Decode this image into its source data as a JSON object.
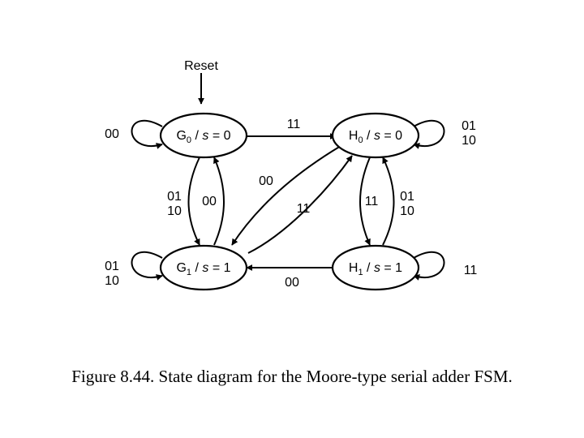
{
  "reset_label": "Reset",
  "states": [
    {
      "id": "G0",
      "base": "G",
      "sub": "0",
      "output_var": "s",
      "output_val": "= 0"
    },
    {
      "id": "H0",
      "base": "H",
      "sub": "0",
      "output_var": "s",
      "output_val": "= 0"
    },
    {
      "id": "G1",
      "base": "G",
      "sub": "1",
      "output_var": "s",
      "output_val": "= 1"
    },
    {
      "id": "H1",
      "base": "H",
      "sub": "1",
      "output_var": "s",
      "output_val": "= 1"
    }
  ],
  "transitions": [
    {
      "from": "G0",
      "to": "G0",
      "label": [
        "00"
      ]
    },
    {
      "from": "G0",
      "to": "H0",
      "label": [
        "11"
      ]
    },
    {
      "from": "G0",
      "to": "G1",
      "label": [
        "01",
        "10"
      ]
    },
    {
      "from": "G1",
      "to": "G0",
      "label": [
        "00"
      ]
    },
    {
      "from": "H0",
      "to": "G1",
      "label": [
        "00"
      ]
    },
    {
      "from": "G1",
      "to": "H0",
      "label": [
        "11"
      ]
    },
    {
      "from": "H0",
      "to": "H0",
      "label": [
        "01",
        "10"
      ]
    },
    {
      "from": "H0",
      "to": "H1",
      "label": [
        "11"
      ]
    },
    {
      "from": "H1",
      "to": "H0",
      "label": [
        "01",
        "10"
      ]
    },
    {
      "from": "G1",
      "to": "G1",
      "label": [
        "01",
        "10"
      ]
    },
    {
      "from": "H1",
      "to": "G1",
      "label": [
        "00"
      ]
    },
    {
      "from": "H1",
      "to": "H1",
      "label": [
        "11"
      ]
    }
  ],
  "caption": "Figure 8.44.   State diagram for the Moore-type serial adder FSM."
}
